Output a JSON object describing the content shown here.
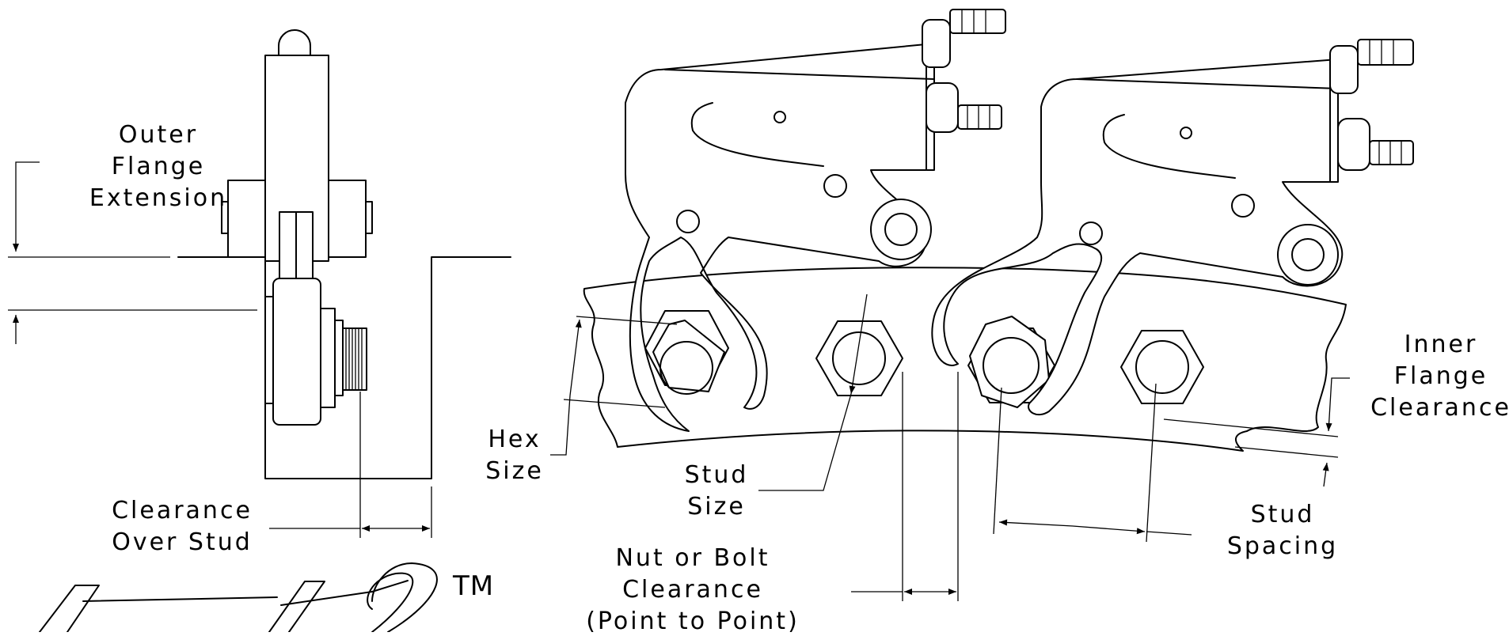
{
  "diagram": {
    "side_view_labels": {
      "outer_flange_extension": [
        "Outer",
        "Flange",
        "Extension"
      ],
      "clearance_over_stud": [
        "Clearance",
        "Over Stud"
      ]
    },
    "top_view_labels": {
      "hex_size": [
        "Hex",
        "Size"
      ],
      "stud_size": [
        "Stud",
        "Size"
      ],
      "nut_or_bolt_clearance": [
        "Nut or Bolt",
        "Clearance",
        "(Point to Point)"
      ],
      "stud_spacing": [
        "Stud",
        "Spacing"
      ],
      "inner_flange_clearance": [
        "Inner",
        "Flange",
        "Clearance"
      ]
    },
    "logo": {
      "text": "HP",
      "trademark": "TM"
    }
  }
}
